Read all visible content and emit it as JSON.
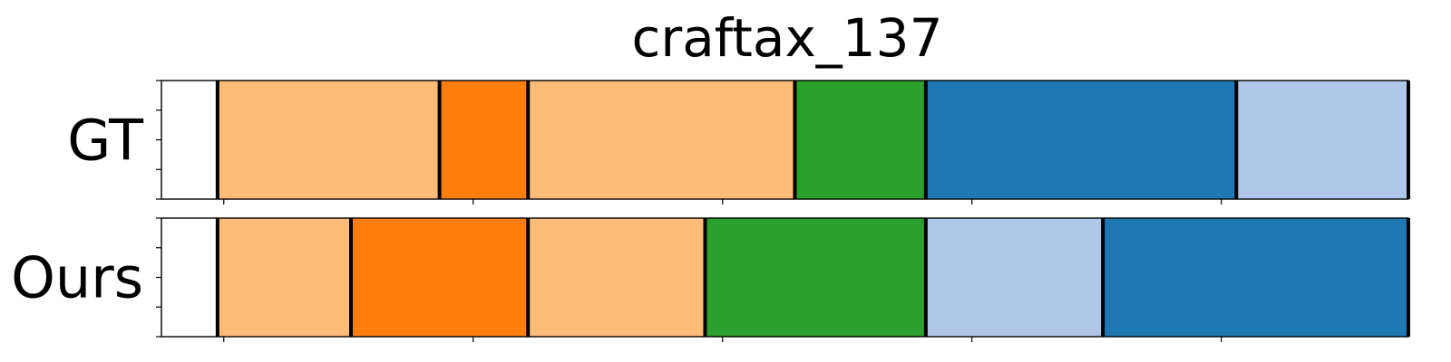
{
  "chart_data": {
    "type": "segmentation-timeline",
    "title": "craftax_137",
    "xlim": [
      0,
      1
    ],
    "x_ticks": [
      0.05,
      0.25,
      0.45,
      0.65,
      0.85,
      1.05
    ],
    "rows": [
      {
        "label": "GT",
        "boundaries": [
          0.045,
          0.223,
          0.294,
          0.508,
          0.613,
          0.862,
          1.0
        ],
        "segments": [
          {
            "start": 0.0,
            "end": 0.045,
            "color": "#ffffff"
          },
          {
            "start": 0.045,
            "end": 0.223,
            "color": "#ffbb78"
          },
          {
            "start": 0.223,
            "end": 0.294,
            "color": "#ff7f0e"
          },
          {
            "start": 0.294,
            "end": 0.508,
            "color": "#ffbb78"
          },
          {
            "start": 0.508,
            "end": 0.613,
            "color": "#2ca02c"
          },
          {
            "start": 0.613,
            "end": 0.862,
            "color": "#1f77b4"
          },
          {
            "start": 0.862,
            "end": 1.0,
            "color": "#aec7e8"
          }
        ]
      },
      {
        "label": "Ours",
        "boundaries": [
          0.045,
          0.152,
          0.294,
          0.436,
          0.613,
          0.755,
          1.0
        ],
        "segments": [
          {
            "start": 0.0,
            "end": 0.045,
            "color": "#ffffff"
          },
          {
            "start": 0.045,
            "end": 0.152,
            "color": "#ffbb78"
          },
          {
            "start": 0.152,
            "end": 0.294,
            "color": "#ff7f0e"
          },
          {
            "start": 0.294,
            "end": 0.436,
            "color": "#ffbb78"
          },
          {
            "start": 0.436,
            "end": 0.613,
            "color": "#2ca02c"
          },
          {
            "start": 0.613,
            "end": 0.755,
            "color": "#aec7e8"
          },
          {
            "start": 0.755,
            "end": 1.0,
            "color": "#1f77b4"
          }
        ]
      }
    ]
  }
}
